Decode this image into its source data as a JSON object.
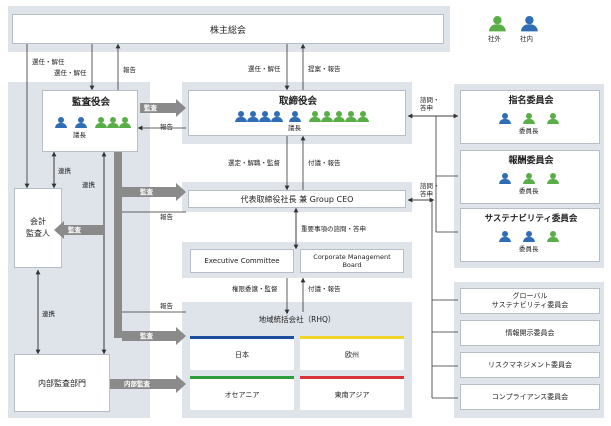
{
  "legend": {
    "outside": "社外",
    "inside": "社内"
  },
  "shareholders": {
    "title": "株主総会"
  },
  "audit_board": {
    "title": "監査役会",
    "chair": "議長"
  },
  "board": {
    "title": "取締役会",
    "chair": "議長"
  },
  "ceo": {
    "title": "代表取締役社長 兼 Group CEO"
  },
  "exec_committee": {
    "title": "Executive Committee"
  },
  "corp_mgmt_board": {
    "line1": "Corporate Management",
    "line2": "Board"
  },
  "rhq": {
    "title": "地域統括会社（RHQ）",
    "regions": [
      "日本",
      "欧州",
      "オセアニア",
      "東南アジア"
    ],
    "region_colors": [
      "#1f4e9c",
      "#f2d327",
      "#2e9e3c",
      "#d8343a"
    ]
  },
  "accountant": {
    "line1": "会計",
    "line2": "監査人"
  },
  "internal_audit": {
    "title": "内部監査部門"
  },
  "nomination": {
    "title": "指名委員会",
    "chair": "委員長"
  },
  "remuneration": {
    "title": "報酬委員会",
    "chair": "委員長"
  },
  "sustainability": {
    "title": "サステナビリティ委員会",
    "chair": "委員長"
  },
  "global_sust": {
    "line1": "グローバル",
    "line2": "サステナビリティ委員会"
  },
  "disclosure": {
    "title": "情報開示委員会"
  },
  "risk": {
    "title": "リスクマネジメント委員会"
  },
  "compliance": {
    "title": "コンプライアンス委員会"
  },
  "labels": {
    "elect_dismiss_1": "選任・解任",
    "elect_dismiss_2": "選任・解任",
    "report_1": "報告",
    "elect_dismiss_3": "選任・解任",
    "proposal_report": "提案・報告",
    "audit_1": "監査",
    "report_2": "報告",
    "cooperation_1": "連携",
    "cooperation_2": "連携",
    "appoint_supervise": "選定・解職・監督",
    "refer_report_1": "付議・報告",
    "audit_2": "監査",
    "report_3": "報告",
    "audit_3": "監査",
    "important_matters": "重要事項の諮問・答申",
    "authority_supervise": "権限委譲・監督",
    "refer_report_2": "付議・報告",
    "report_4": "報告",
    "audit_4": "監査",
    "cooperation_3": "連携",
    "internal_audit_arrow": "内部監査",
    "consult_answer_1a": "諮問・",
    "consult_answer_1b": "答申",
    "consult_answer_2a": "諮問・",
    "consult_answer_2b": "答申"
  }
}
